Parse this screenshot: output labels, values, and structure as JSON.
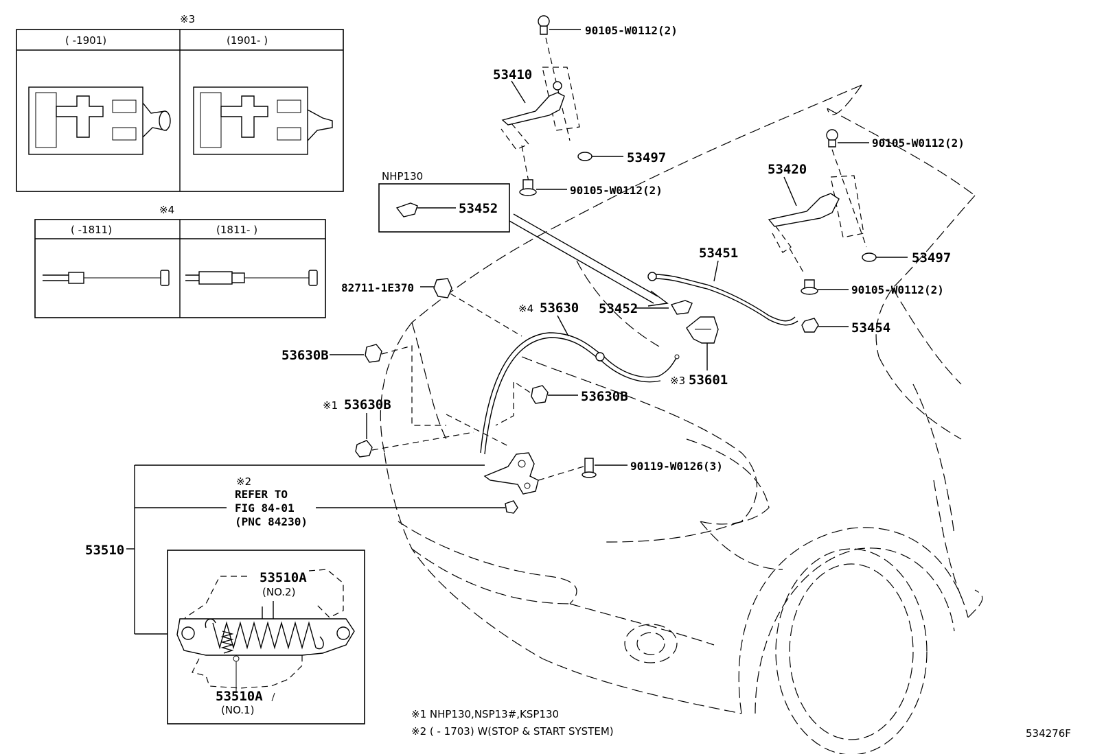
{
  "diagram": {
    "footer_code": "534276F",
    "inset3": {
      "mark": "※3",
      "left_range": "(     -1901)",
      "right_range": "(1901-     )"
    },
    "inset4": {
      "mark": "※4",
      "left_range": "(     -1811)",
      "right_range": "(1811-     )"
    },
    "nhp_box": {
      "title": "NHP130",
      "part": "53452"
    },
    "parts": {
      "bolt_top_left": "90105-W0112(2)",
      "hinge_left": "53410",
      "washer_left": "53497",
      "bolt_lower_left": "90105-W0112(2)",
      "bolt_top_right": "90105-W0112(2)",
      "hinge_right": "53420",
      "washer_right": "53497",
      "bolt_lower_right": "90105-W0112(2)",
      "support_rod": "53451",
      "holder": "53454",
      "rod_clip": "53452",
      "clamp": "82711-1E370",
      "cable_mark": "※4",
      "cable": "53630",
      "clip_a": "53630B",
      "clip_b": "53630B",
      "clip_c_mark": "※1",
      "clip_c": "53630B",
      "lever_mark": "※3",
      "lever": "53601",
      "lock_bolt": "90119-W0126(3)",
      "lock_assy": "53510"
    },
    "refer": {
      "mark": "※2",
      "line1": "REFER TO",
      "line2": "FIG 84-01",
      "line3": "(PNC 84230)"
    },
    "spring_box": {
      "upper_part": "53510A",
      "upper_sub": "(NO.2)",
      "lower_part": "53510A",
      "lower_sub": "(NO.1)"
    },
    "footnotes": {
      "note1": "※1 NHP130,NSP13#,KSP130",
      "note2": "※2 (     - 1703) W(STOP & START SYSTEM)"
    }
  }
}
